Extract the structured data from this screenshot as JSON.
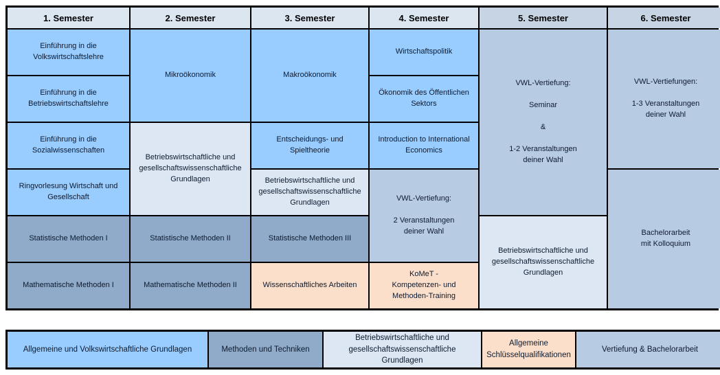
{
  "headers": [
    {
      "label": "1. Semester",
      "variant": "light"
    },
    {
      "label": "2. Semester",
      "variant": "light"
    },
    {
      "label": "3. Semester",
      "variant": "light"
    },
    {
      "label": "4. Semester",
      "variant": "light"
    },
    {
      "label": "5. Semester",
      "variant": "dark"
    },
    {
      "label": "6. Semester",
      "variant": "dark"
    }
  ],
  "colors": {
    "allgemein": "#99ccff",
    "methoden": "#8fabc9",
    "bwl": "#dde7f4",
    "sq": "#fbdfca",
    "vertiefung": "#b7cbe3",
    "header_light": "#dce6f1",
    "header_dark": "#c6d4e3",
    "border": "#000000",
    "text": "#0d1a2e"
  },
  "cells": [
    {
      "id": "einfuehrung-vwl",
      "col": 1,
      "row": 1,
      "rowspan": 1,
      "category": "allgemein",
      "text": "Einführung in die\nVolkswirtschaftslehre"
    },
    {
      "id": "einfuehrung-bwl",
      "col": 1,
      "row": 2,
      "rowspan": 1,
      "category": "allgemein",
      "text": "Einführung in die\nBetriebswirtschaftslehre"
    },
    {
      "id": "einfuehrung-sozialwiss",
      "col": 1,
      "row": 3,
      "rowspan": 1,
      "category": "allgemein",
      "text": "Einführung in die\nSozialwissenschaften"
    },
    {
      "id": "ringvorlesung",
      "col": 1,
      "row": 4,
      "rowspan": 1,
      "category": "allgemein",
      "text": "Ringvorlesung Wirtschaft und\nGesellschaft"
    },
    {
      "id": "statistik-1",
      "col": 1,
      "row": 5,
      "rowspan": 1,
      "category": "methoden",
      "text": "Statistische Methoden I"
    },
    {
      "id": "mathematik-1",
      "col": 1,
      "row": 6,
      "rowspan": 1,
      "category": "methoden",
      "text": "Mathematische Methoden I"
    },
    {
      "id": "mikrooekonomik",
      "col": 2,
      "row": 1,
      "rowspan": 2,
      "category": "allgemein",
      "text": "Mikroökonomik"
    },
    {
      "id": "bwl-grundlagen-sem2",
      "col": 2,
      "row": 3,
      "rowspan": 2,
      "category": "bwl",
      "text": "Betriebswirtschaftliche und\ngesellschaftswissenschaftliche\nGrundlagen"
    },
    {
      "id": "statistik-2",
      "col": 2,
      "row": 5,
      "rowspan": 1,
      "category": "methoden",
      "text": "Statistische Methoden II"
    },
    {
      "id": "mathematik-2",
      "col": 2,
      "row": 6,
      "rowspan": 1,
      "category": "methoden",
      "text": "Mathematische Methoden II"
    },
    {
      "id": "makrooekonomik",
      "col": 3,
      "row": 1,
      "rowspan": 2,
      "category": "allgemein",
      "text": "Makroökonomik"
    },
    {
      "id": "entscheidungstheorie",
      "col": 3,
      "row": 3,
      "rowspan": 1,
      "category": "allgemein",
      "text": "Entscheidungs- und\nSpieltheorie"
    },
    {
      "id": "bwl-grundlagen-sem3",
      "col": 3,
      "row": 4,
      "rowspan": 1,
      "category": "bwl",
      "text": "Betriebswirtschaftliche und\ngesellschaftswissenschaftliche\nGrundlagen"
    },
    {
      "id": "statistik-3",
      "col": 3,
      "row": 5,
      "rowspan": 1,
      "category": "methoden",
      "text": "Statistische Methoden III"
    },
    {
      "id": "wissenschaftliches-arbeiten",
      "col": 3,
      "row": 6,
      "rowspan": 1,
      "category": "sq",
      "text": "Wissenschaftliches Arbeiten"
    },
    {
      "id": "wirtschaftspolitik",
      "col": 4,
      "row": 1,
      "rowspan": 1,
      "category": "allgemein",
      "text": "Wirtschaftspolitik"
    },
    {
      "id": "oekonomik-oeff-sektor",
      "col": 4,
      "row": 2,
      "rowspan": 1,
      "category": "allgemein",
      "text": "Ökonomik des Öffentlichen\nSektors"
    },
    {
      "id": "intro-international-econ",
      "col": 4,
      "row": 3,
      "rowspan": 1,
      "category": "allgemein",
      "text": "Introduction to International\nEconomics"
    },
    {
      "id": "vwl-vertiefung-sem4",
      "col": 4,
      "row": 4,
      "rowspan": 2,
      "category": "vertiefung",
      "text": "VWL-Vertiefung:\n\n2 Veranstaltungen\ndeiner Wahl"
    },
    {
      "id": "komet",
      "col": 4,
      "row": 6,
      "rowspan": 1,
      "category": "sq",
      "text": "KoMeT -\nKompetenzen- und\nMethoden-Training"
    },
    {
      "id": "vwl-vertiefung-sem5",
      "col": 5,
      "row": 1,
      "rowspan": 4,
      "category": "vertiefung",
      "text": "VWL-Vertiefung:\n\nSeminar\n\n&\n\n1-2 Veranstaltungen\ndeiner Wahl"
    },
    {
      "id": "bwl-grundlagen-sem5",
      "col": 5,
      "row": 5,
      "rowspan": 2,
      "category": "bwl",
      "text": "Betriebswirtschaftliche und\ngesellschaftswissenschaftliche\nGrundlagen"
    },
    {
      "id": "vwl-vertiefungen-sem6",
      "col": 6,
      "row": 1,
      "rowspan": 3,
      "category": "vertiefung",
      "text": "VWL-Vertiefungen:\n\n1-3 Veranstaltungen\ndeiner Wahl"
    },
    {
      "id": "bachelorarbeit",
      "col": 6,
      "row": 4,
      "rowspan": 3,
      "category": "vertiefung",
      "text": "Bachelorarbeit\nmit Kolloquium"
    }
  ],
  "legend": [
    {
      "id": "legend-allgemein",
      "category": "allgemein",
      "text": "Allgemeine und Volkswirtschaftliche Grundlagen"
    },
    {
      "id": "legend-methoden",
      "category": "methoden",
      "text": "Methoden und Techniken"
    },
    {
      "id": "legend-bwl",
      "category": "bwl",
      "text": "Betriebswirtschaftliche und\ngesellschaftswissenschaftliche\nGrundlagen"
    },
    {
      "id": "legend-sq",
      "category": "sq",
      "text": "Allgemeine\nSchlüsselqualifikationen"
    },
    {
      "id": "legend-vertiefung",
      "category": "vertiefung",
      "text": "Vertiefung & Bachelorarbeit"
    }
  ]
}
